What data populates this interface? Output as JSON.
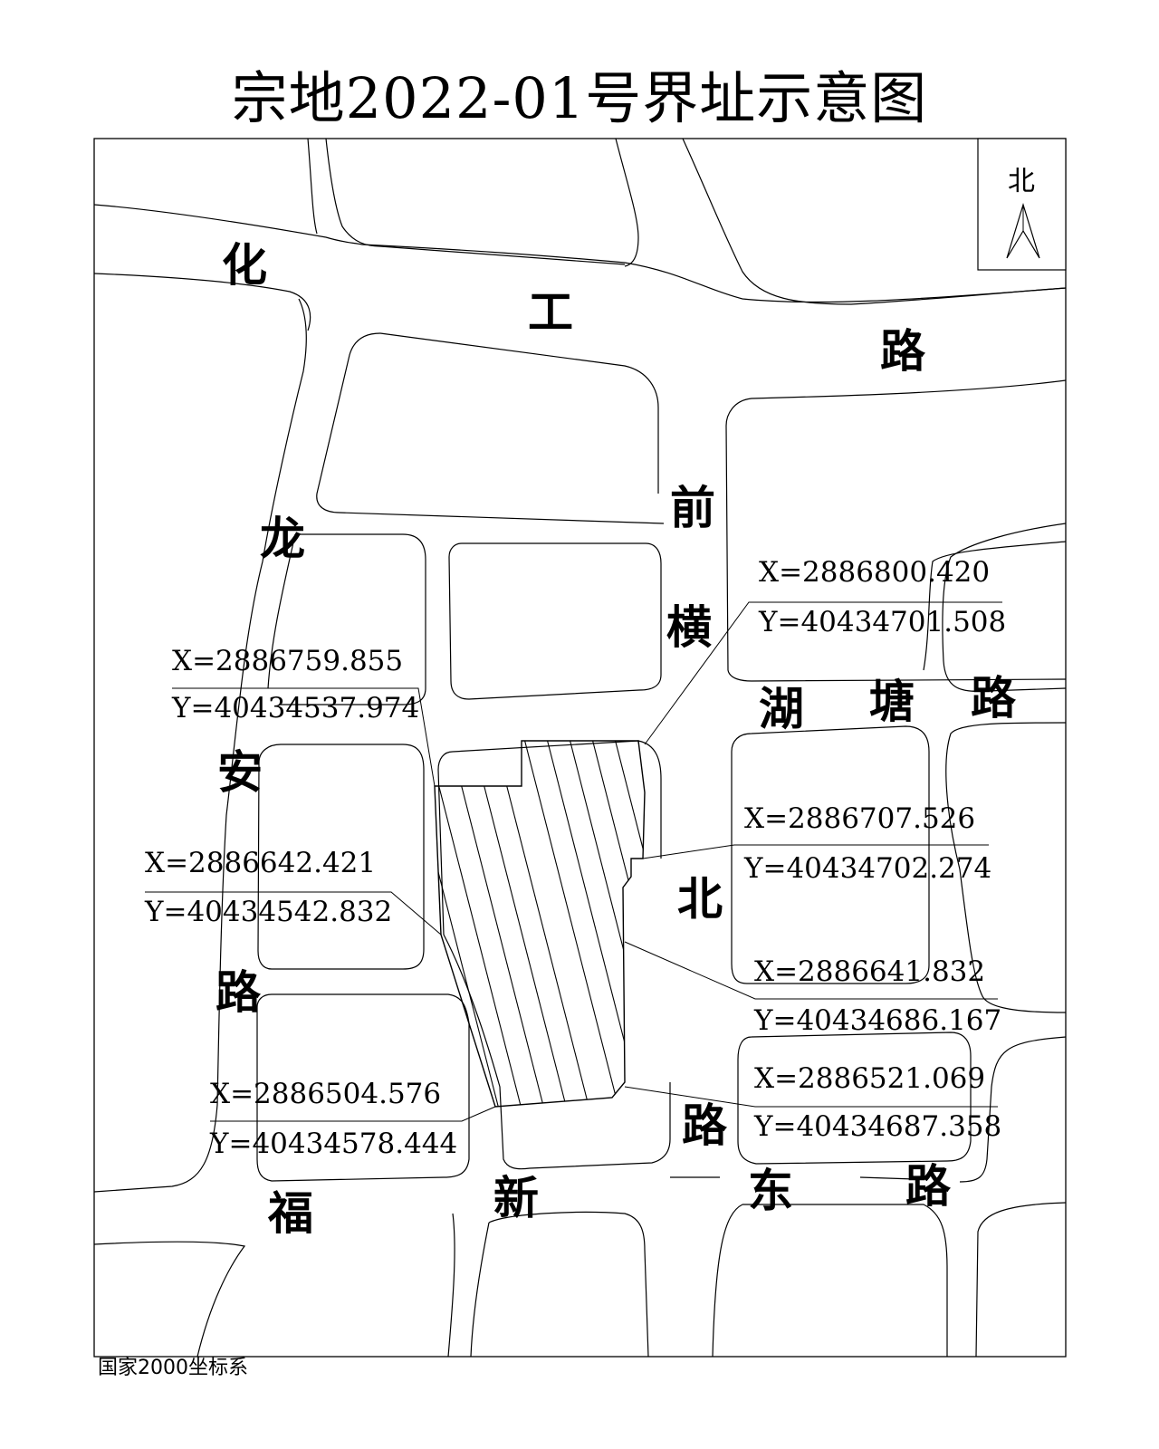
{
  "title": "宗地2022-01号界址示意图",
  "coordinate_system": "国家2000坐标系",
  "north_label": "北",
  "roads": {
    "huagong": [
      "化",
      "工",
      "路"
    ],
    "longan": [
      "龙",
      "安",
      "路"
    ],
    "qianheng": [
      "前",
      "横"
    ],
    "hutang": [
      "湖",
      "塘",
      "路"
    ],
    "fuxin": [
      "福",
      "新"
    ],
    "beilu": [
      "北",
      "路"
    ],
    "dong": [
      "东",
      "路"
    ]
  },
  "boundary_points": [
    {
      "x_label": "X=2886800.420",
      "y_label": "Y=40434701.508"
    },
    {
      "x_label": "X=2886759.855",
      "y_label": "Y=40434537.974"
    },
    {
      "x_label": "X=2886707.526",
      "y_label": "Y=40434702.274"
    },
    {
      "x_label": "X=2886642.421",
      "y_label": "Y=40434542.832"
    },
    {
      "x_label": "X=2886641.832",
      "y_label": "Y=40434686.167"
    },
    {
      "x_label": "X=2886521.069",
      "y_label": "Y=40434687.358"
    },
    {
      "x_label": "X=2886504.576",
      "y_label": "Y=40434578.444"
    }
  ]
}
